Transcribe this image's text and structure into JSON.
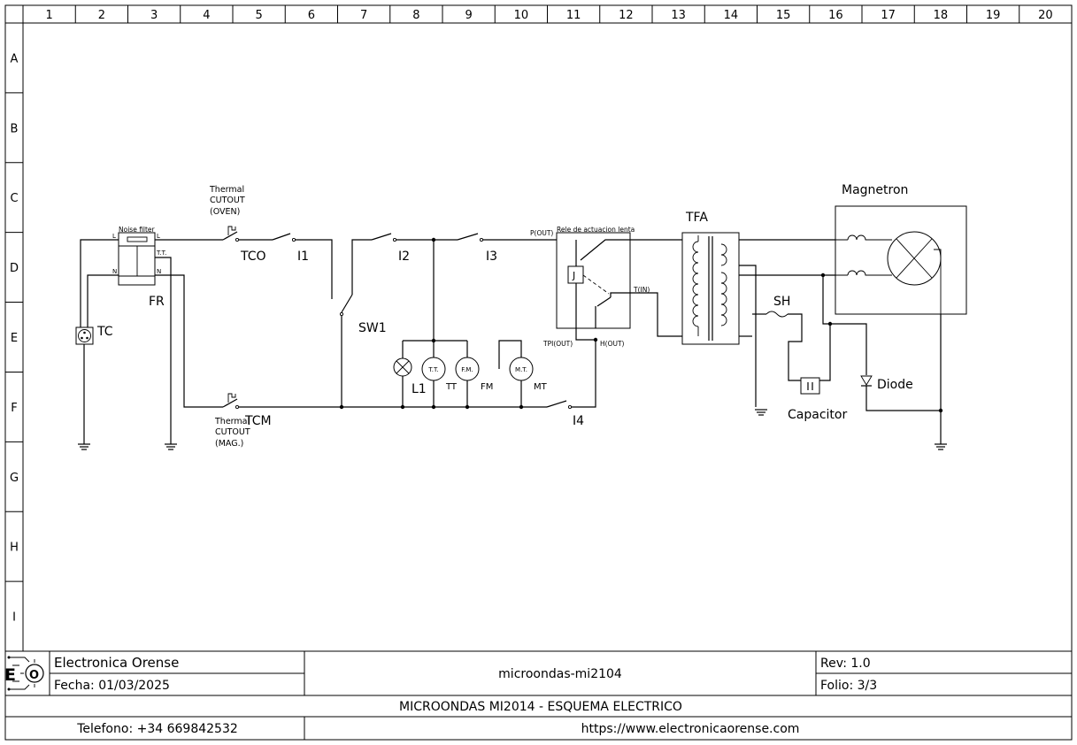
{
  "sheet": {
    "columns": [
      "1",
      "2",
      "3",
      "4",
      "5",
      "6",
      "7",
      "8",
      "9",
      "10",
      "11",
      "12",
      "13",
      "14",
      "15",
      "16",
      "17",
      "18",
      "19",
      "20"
    ],
    "rows": [
      "A",
      "B",
      "C",
      "D",
      "E",
      "F",
      "G",
      "H",
      "I"
    ]
  },
  "components": {
    "filter_title": "Noise filter",
    "filter_l_in": "L",
    "filter_l_out": "L",
    "filter_n_in": "N",
    "filter_n_out": "N",
    "filter_tt": "T.T.",
    "fr": "FR",
    "tc": "TC",
    "tco_caption_1": "Thermal",
    "tco_caption_2": "CUTOUT",
    "tco_caption_3": "(OVEN)",
    "tco": "TCO",
    "i1": "I1",
    "i2": "I2",
    "i3": "I3",
    "i4": "I4",
    "sw1": "SW1",
    "tcm_caption_1": "Thermal",
    "tcm_caption_2": "CUTOUT",
    "tcm_caption_3": "(MAG.)",
    "tcm": "TCM",
    "l1": "L1",
    "tt_inner": "T.T.",
    "tt": "TT",
    "fm_inner": "F.M.",
    "fm": "FM",
    "mt_inner": "M.T.",
    "mt": "MT",
    "relay_title": "Rele de actuacion lenta",
    "relay_pout": "P(OUT)",
    "relay_tin": "T(IN)",
    "relay_tpiout": "TPI(OUT)",
    "relay_hout": "H(OUT)",
    "relay_coil": "J",
    "tfa": "TFA",
    "sh": "SH",
    "capacitor": "Capacitor",
    "diode": "Diode",
    "magnetron": "Magnetron"
  },
  "title_block": {
    "company": "Electronica Orense",
    "date": "Fecha: 01/03/2025",
    "drawing": "microondas-mi2104",
    "rev": "Rev: 1.0",
    "folio": "Folio: 3/3",
    "title": "MICROONDAS MI2014 - ESQUEMA ELECTRICO",
    "phone": "Telefono: +34 669842532",
    "url": "https://www.electronicaorense.com",
    "logo_text": "EO"
  }
}
